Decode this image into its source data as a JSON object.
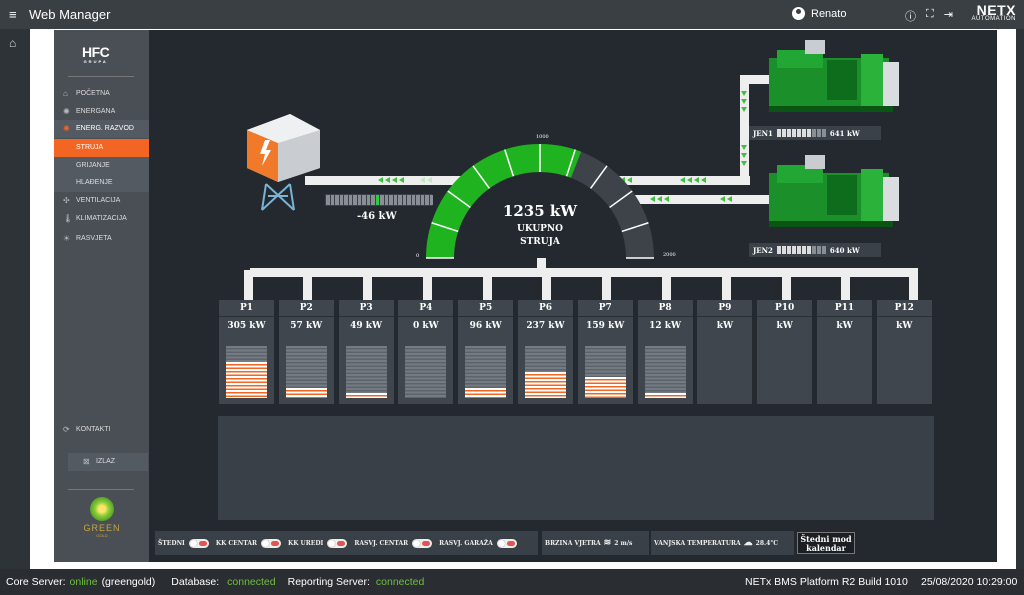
{
  "app": {
    "title": "Web Manager",
    "user": "Renato",
    "brand": "NETX",
    "brand_sub": "AUTOMATION"
  },
  "sidebar": {
    "logo": "HFC",
    "logo_sub": "GRUPA",
    "items": [
      {
        "label": "POČETNA"
      },
      {
        "label": "ENERGANA"
      },
      {
        "label": "ENERG. RAZVOD"
      },
      {
        "label": "STRUJA"
      },
      {
        "label": "GRIJANJE"
      },
      {
        "label": "HLAĐENJE"
      },
      {
        "label": "VENTILACIJA"
      },
      {
        "label": "KLIMATIZACIJA"
      },
      {
        "label": "RASVJETA"
      }
    ],
    "contacts": "KONTAKTI",
    "exit": "IZLAZ",
    "green_logo": "GREEN",
    "green_logo_sub": "GOLD"
  },
  "grid": {
    "value": "-46 kW"
  },
  "gauge": {
    "value": 1235,
    "unit": "kW",
    "min": "0",
    "mid": "1000",
    "max": "2000",
    "label1": "UKUPNO",
    "label2": "STRUJA",
    "display": "1235 kW"
  },
  "generators": [
    {
      "name": "JEN1",
      "value": "641 kW",
      "level": 0.65
    },
    {
      "name": "JEN2",
      "value": "640 kW",
      "level": 0.65
    }
  ],
  "panels": [
    {
      "name": "P1",
      "value": "305 kW",
      "level": 0.7
    },
    {
      "name": "P2",
      "value": "57 kW",
      "level": 0.2
    },
    {
      "name": "P3",
      "value": "49 kW",
      "level": 0.1
    },
    {
      "name": "P4",
      "value": "0 kW",
      "level": 0
    },
    {
      "name": "P5",
      "value": "96 kW",
      "level": 0.2
    },
    {
      "name": "P6",
      "value": "237 kW",
      "level": 0.5
    },
    {
      "name": "P7",
      "value": "159 kW",
      "level": 0.4
    },
    {
      "name": "P8",
      "value": "12 kW",
      "level": 0.1
    },
    {
      "name": "P9",
      "value": "kW"
    },
    {
      "name": "P10",
      "value": "kW"
    },
    {
      "name": "P11",
      "value": "kW"
    },
    {
      "name": "P12",
      "value": "kW"
    }
  ],
  "bottom": {
    "toggles": [
      "ŠTEDNI",
      "KK CENTAR",
      "KK UREDI",
      "RASVJ. CENTAR",
      "RASVJ. GARAŽA"
    ],
    "wind_label": "BRZINA VJETRA",
    "wind_value": "2 m/s",
    "temp_label": "VANJSKA TEMPERATURA",
    "temp_value": "28.4°C",
    "mode_button": "Štedni mod kalendar"
  },
  "status": {
    "core_label": "Core Server:",
    "core_state": "online",
    "core_name": "(greengold)",
    "db_label": "Database:",
    "db_state": "connected",
    "rep_label": "Reporting Server:",
    "rep_state": "connected",
    "platform": "NETx BMS Platform R2 Build 1010",
    "datetime": "25/08/2020 10:29:00"
  }
}
